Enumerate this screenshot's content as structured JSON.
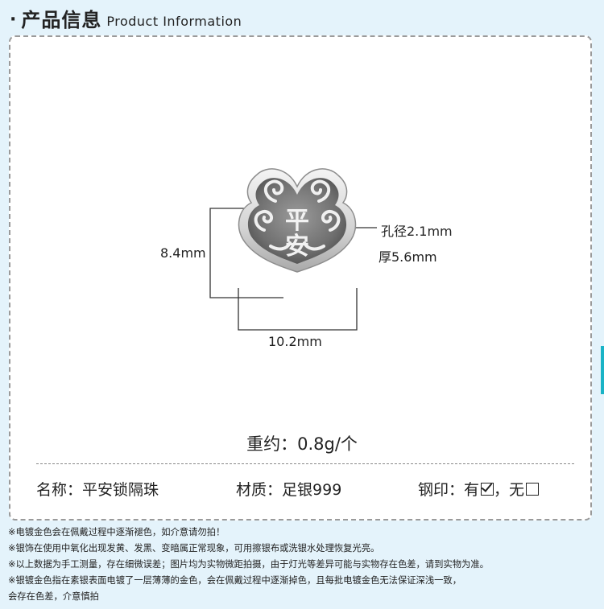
{
  "header": {
    "bullet": "·",
    "title_cn": "产品信息",
    "title_en": "Product Information"
  },
  "product": {
    "image_alt": "平安锁隔珠",
    "engraving": [
      "平",
      "安"
    ],
    "dimensions": {
      "height": "8.4mm",
      "width": "10.2mm",
      "hole": "孔径2.1mm",
      "thickness": "厚5.6mm"
    },
    "weight": "重约：0.8g/个"
  },
  "info": {
    "name_label": "名称：",
    "name_value": "平安锁隔珠",
    "material_label": "材质：",
    "material_value": "足银999",
    "stamp_label": "钢印：",
    "stamp_yes": "有",
    "stamp_sep": "，",
    "stamp_no": "无",
    "stamp_checked": "yes"
  },
  "notes": [
    "※电镀金色会在佩戴过程中逐渐褪色，如介意请勿拍！",
    "※银饰在使用中氧化出现发黄、发黑、变暗属正常现象，可用擦银布或洗银水处理恢复光亮。",
    "※以上数据为手工测量，存在细微误差；图片均为实物微距拍摄，由于灯光等差异可能与实物存在色差，请到实物为准。",
    "※银镀金色指在素银表面电镀了一层薄薄的金色，会在佩戴过程中逐渐掉色，且每批电镀金色无法保证深浅一致，",
    "会存在色差，介意慎拍"
  ],
  "colors": {
    "background": "#e4f3fb",
    "card": "#ffffff",
    "accent": "#19b3c6"
  }
}
